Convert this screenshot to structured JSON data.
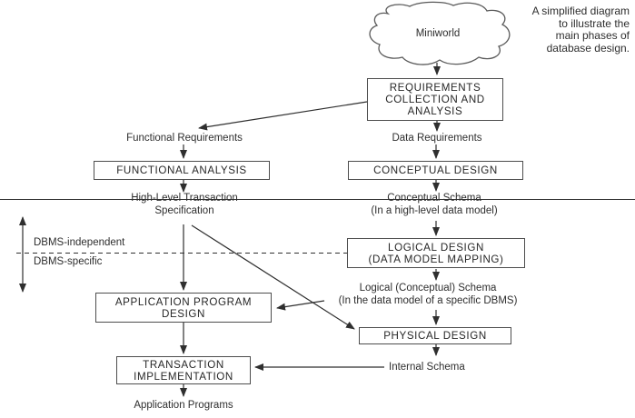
{
  "diagram": {
    "annotation": "A simplified diagram\nto illustrate the\nmain phases of\ndatabase design.",
    "cloud": {
      "label": "Miniworld"
    },
    "boxes": {
      "requirements": "REQUIREMENTS\nCOLLECTION AND\nANALYSIS",
      "functional_analysis": "FUNCTIONAL ANALYSIS",
      "conceptual_design": "CONCEPTUAL DESIGN",
      "logical_design": "LOGICAL DESIGN\n(DATA MODEL MAPPING)",
      "application_program_design": "APPLICATION PROGRAM\nDESIGN",
      "physical_design": "PHYSICAL DESIGN",
      "transaction_implementation": "TRANSACTION\nIMPLEMENTATION"
    },
    "labels": {
      "functional_requirements": "Functional Requirements",
      "data_requirements": "Data Requirements",
      "high_level_transaction_specification": "High-Level Transaction\nSpecification",
      "conceptual_schema": "Conceptual Schema\n(In a high-level data model)",
      "logical_schema": "Logical (Conceptual) Schema\n(In the data model of a specific DBMS)",
      "internal_schema": "Internal Schema",
      "application_programs": "Application Programs",
      "dbms_independent": "DBMS-independent",
      "dbms_specific": "DBMS-specific"
    },
    "colors": {
      "line": "#2f2f2f",
      "box_border": "#4d4d4d",
      "text": "#2e2e2e",
      "background": "#ffffff"
    }
  }
}
